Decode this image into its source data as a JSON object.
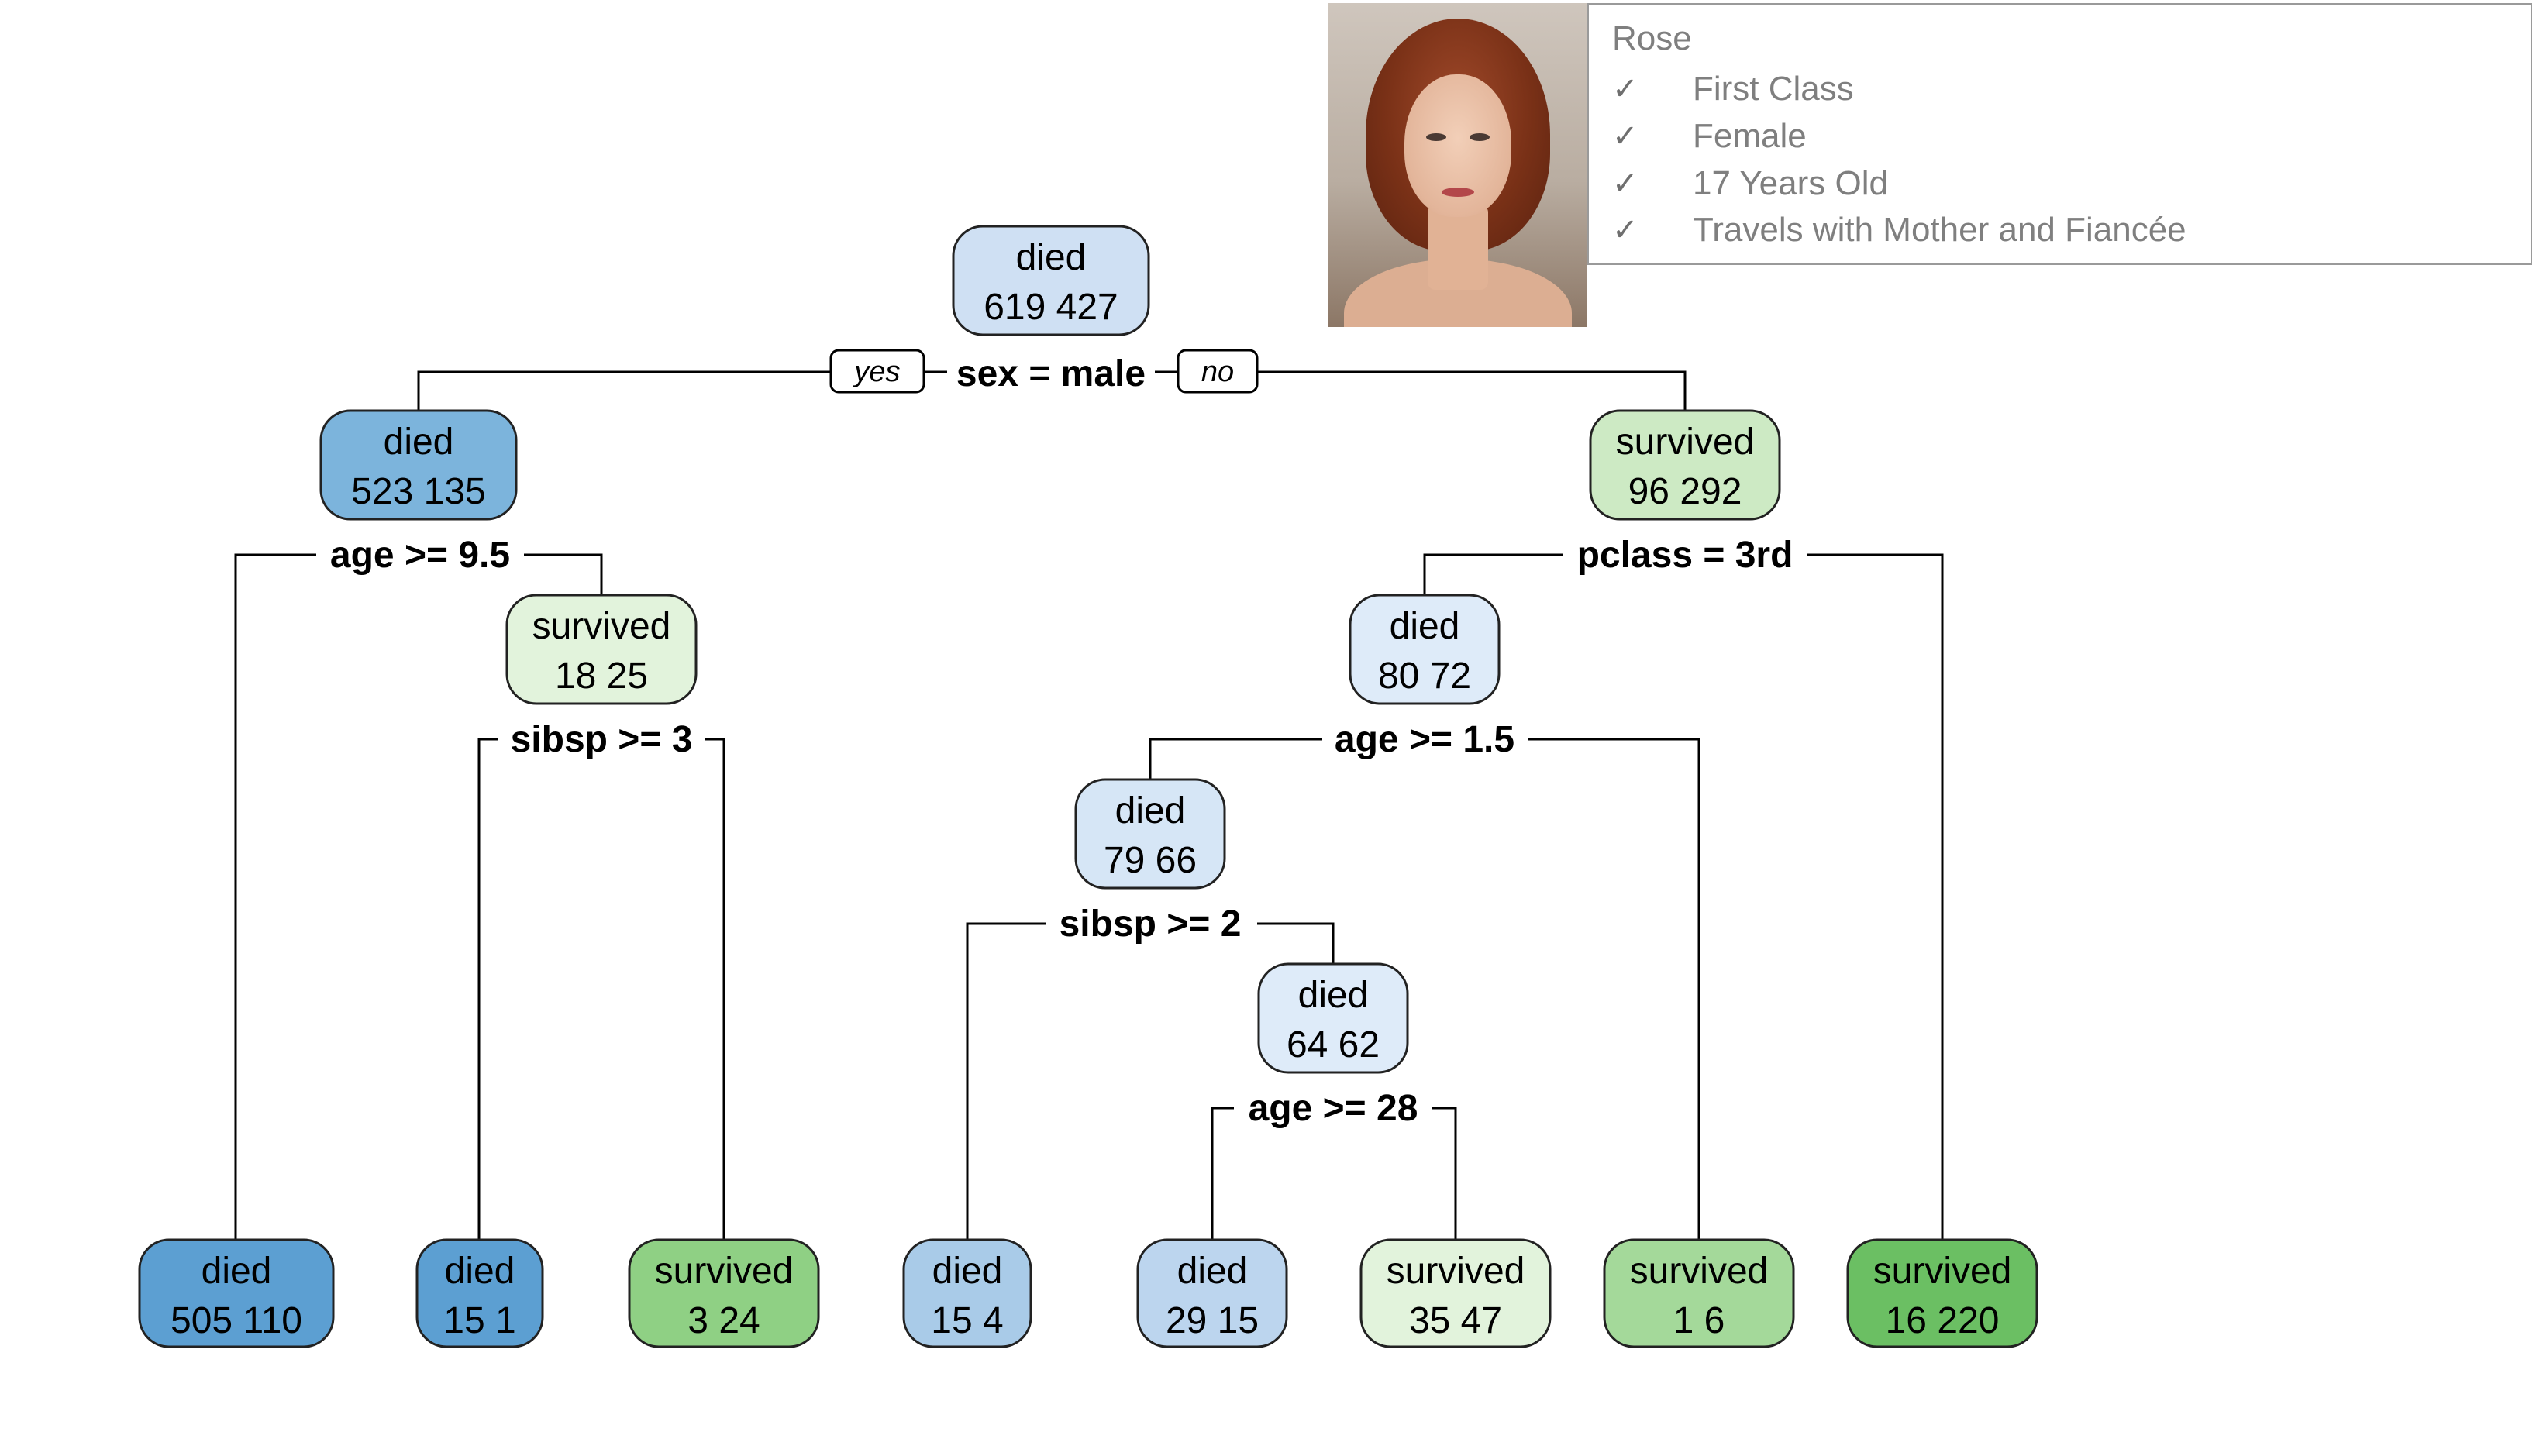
{
  "person": {
    "name": "Rose",
    "attributes": [
      {
        "check": "✓",
        "text": "First Class"
      },
      {
        "check": "✓",
        "text": "Female"
      },
      {
        "check": "✓",
        "text": "17 Years Old"
      },
      {
        "check": "✓",
        "text": "Travels with Mother and Fiancée"
      }
    ]
  },
  "tree": {
    "branch_labels": {
      "yes": "yes",
      "no": "no"
    },
    "colors": {
      "died_1": "#cfe0f3",
      "died_2": "#d6e6f6",
      "died_3": "#deebf9",
      "died_4": "#a9cbe8",
      "died_5": "#7cb4dc",
      "died_6": "#5c9fd2",
      "surv_1": "#e2f3dc",
      "surv_2": "#cdeac4",
      "surv_3": "#a4d99a",
      "surv_4": "#8fd084",
      "surv_5": "#6bbf63"
    },
    "nodes": [
      {
        "id": "root",
        "class": "died",
        "counts": "619  427"
      },
      {
        "id": "male",
        "class": "died",
        "counts": "523  135"
      },
      {
        "id": "female",
        "class": "survived",
        "counts": "96  292"
      },
      {
        "id": "male_young",
        "class": "survived",
        "counts": "18  25"
      },
      {
        "id": "f_3rd",
        "class": "died",
        "counts": "80  72"
      },
      {
        "id": "f3_age",
        "class": "died",
        "counts": "79  66"
      },
      {
        "id": "f3_sib",
        "class": "died",
        "counts": "64  62"
      },
      {
        "id": "leaf1",
        "class": "died",
        "counts": "505  110"
      },
      {
        "id": "leaf2",
        "class": "died",
        "counts": "15  1"
      },
      {
        "id": "leaf3",
        "class": "survived",
        "counts": "3  24"
      },
      {
        "id": "leaf4",
        "class": "died",
        "counts": "15  4"
      },
      {
        "id": "leaf5",
        "class": "died",
        "counts": "29  15"
      },
      {
        "id": "leaf6",
        "class": "survived",
        "counts": "35  47"
      },
      {
        "id": "leaf7",
        "class": "survived",
        "counts": "1  6"
      },
      {
        "id": "leaf8",
        "class": "survived",
        "counts": "16  220"
      }
    ],
    "splits": [
      {
        "id": "s_root",
        "text": "sex = male"
      },
      {
        "id": "s_male",
        "text": "age >= 9.5"
      },
      {
        "id": "s_female",
        "text": "pclass = 3rd"
      },
      {
        "id": "s_young",
        "text": "sibsp >= 3"
      },
      {
        "id": "s_f3",
        "text": "age >= 1.5"
      },
      {
        "id": "s_f3age",
        "text": "sibsp >= 2"
      },
      {
        "id": "s_f3sib",
        "text": "age >= 28"
      }
    ]
  }
}
